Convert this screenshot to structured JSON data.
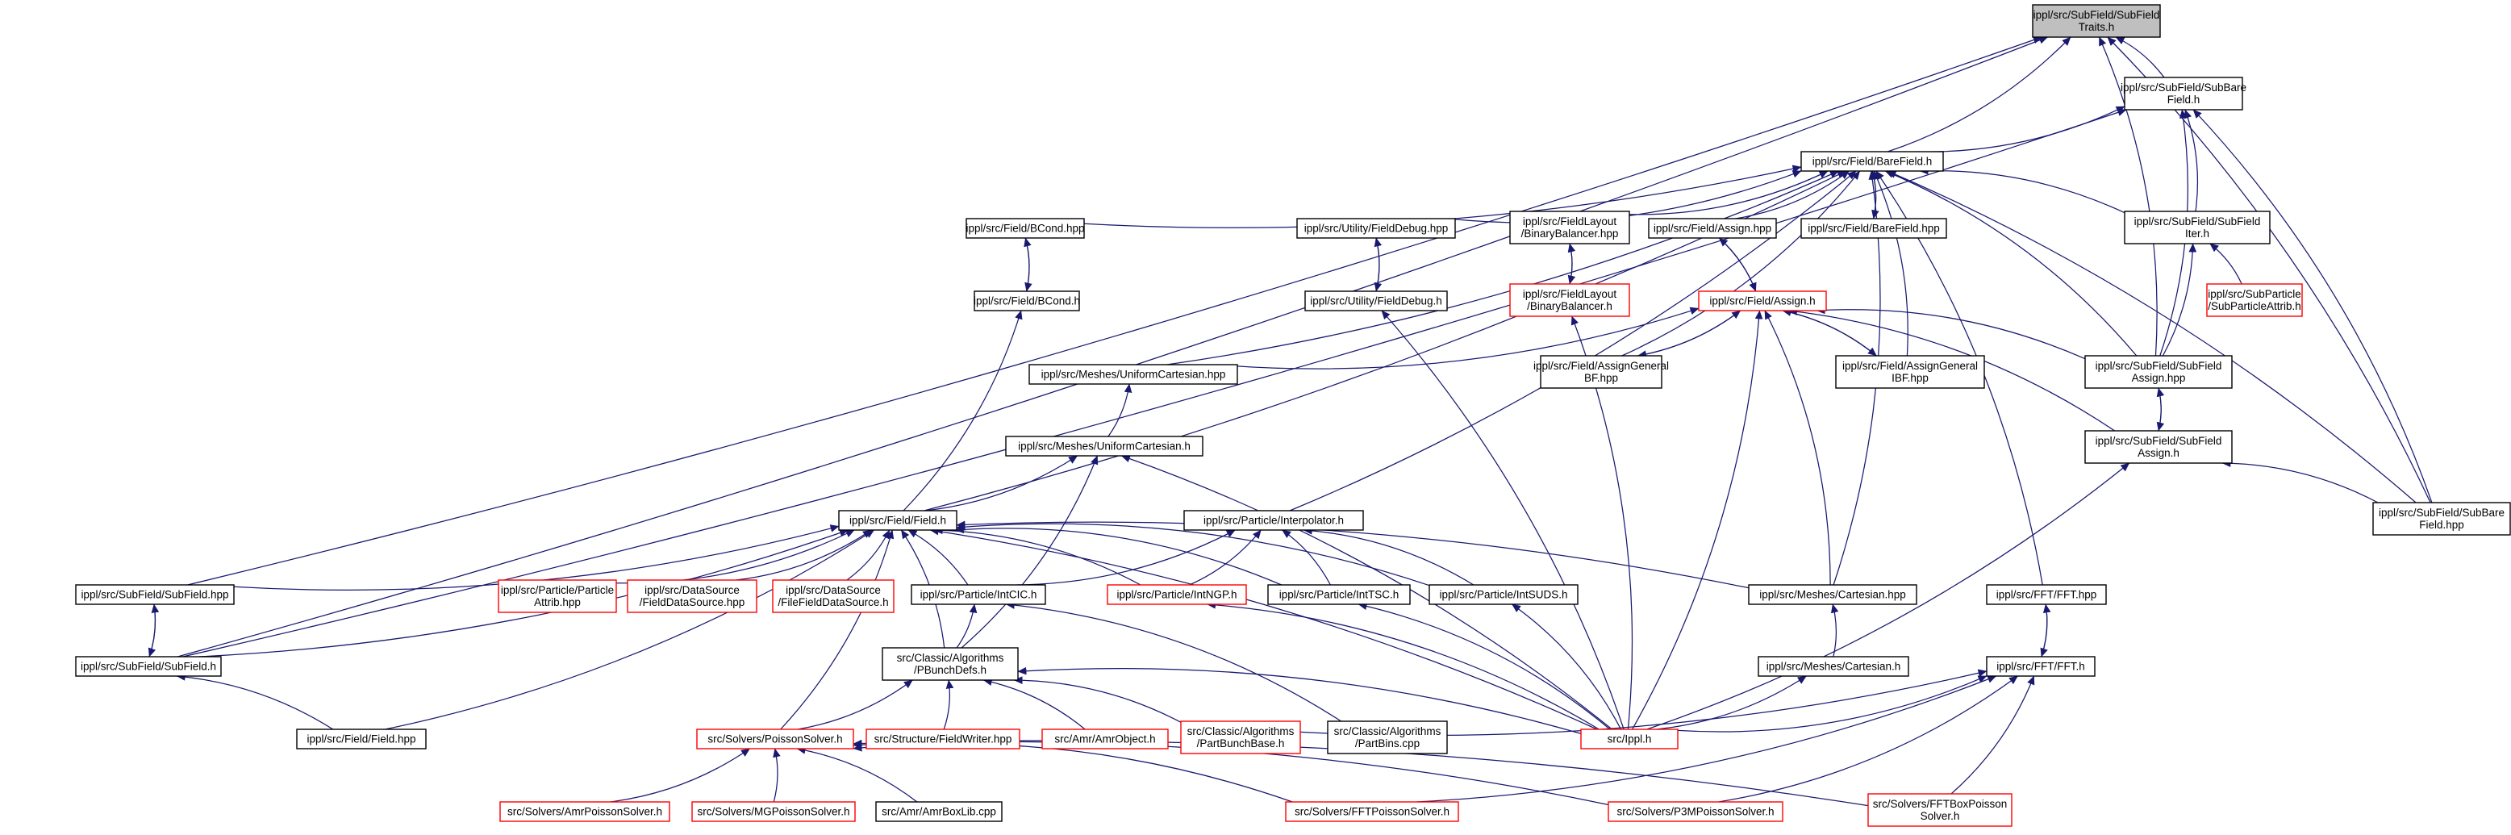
{
  "diagram": {
    "type": "include-dependency-graph",
    "colors": {
      "edge": "#191970",
      "root_fill": "#bfbfbf",
      "node_fill": "#ffffff",
      "node_border": "#000000",
      "truncated_border": "#ff0000"
    },
    "nodes": [
      {
        "id": "subfieldtraits",
        "lines": [
          "ippl/src/SubField/SubField",
          "Traits.h"
        ],
        "style": "root"
      },
      {
        "id": "subbarefield_h",
        "lines": [
          "ippl/src/SubField/SubBare",
          "Field.h"
        ],
        "style": "normal"
      },
      {
        "id": "barefield_h",
        "lines": [
          "ippl/src/Field/BareField.h"
        ],
        "style": "normal"
      },
      {
        "id": "bcond_hpp",
        "lines": [
          "ippl/src/Field/BCond.hpp"
        ],
        "style": "normal"
      },
      {
        "id": "fielddebug_hpp",
        "lines": [
          "ippl/src/Utility/FieldDebug.hpp"
        ],
        "style": "normal"
      },
      {
        "id": "binarybalancer_hpp",
        "lines": [
          "ippl/src/FieldLayout",
          "/BinaryBalancer.hpp"
        ],
        "style": "normal"
      },
      {
        "id": "assign_hpp",
        "lines": [
          "ippl/src/Field/Assign.hpp"
        ],
        "style": "normal"
      },
      {
        "id": "barefield_hpp",
        "lines": [
          "ippl/src/Field/BareField.hpp"
        ],
        "style": "normal"
      },
      {
        "id": "subfielditer",
        "lines": [
          "ippl/src/SubField/SubField",
          "Iter.h"
        ],
        "style": "normal"
      },
      {
        "id": "subparticleattrib",
        "lines": [
          "ippl/src/SubParticle",
          "/SubParticleAttrib.h"
        ],
        "style": "truncated"
      },
      {
        "id": "bcond_h",
        "lines": [
          "ippl/src/Field/BCond.h"
        ],
        "style": "normal"
      },
      {
        "id": "fielddebug_h",
        "lines": [
          "ippl/src/Utility/FieldDebug.h"
        ],
        "style": "normal"
      },
      {
        "id": "binarybalancer_h",
        "lines": [
          "ippl/src/FieldLayout",
          "/BinaryBalancer.h"
        ],
        "style": "truncated"
      },
      {
        "id": "assign_h",
        "lines": [
          "ippl/src/Field/Assign.h"
        ],
        "style": "truncated"
      },
      {
        "id": "uniformcartesian_hpp",
        "lines": [
          "ippl/src/Meshes/UniformCartesian.hpp"
        ],
        "style": "normal"
      },
      {
        "id": "assigngeneralbf",
        "lines": [
          "ippl/src/Field/AssignGeneral",
          "BF.hpp"
        ],
        "style": "normal"
      },
      {
        "id": "assigngeneralibf",
        "lines": [
          "ippl/src/Field/AssignGeneral",
          "IBF.hpp"
        ],
        "style": "normal"
      },
      {
        "id": "subfieldassign_hpp",
        "lines": [
          "ippl/src/SubField/SubField",
          "Assign.hpp"
        ],
        "style": "normal"
      },
      {
        "id": "uniformcartesian_h",
        "lines": [
          "ippl/src/Meshes/UniformCartesian.h"
        ],
        "style": "normal"
      },
      {
        "id": "subfieldassign_h",
        "lines": [
          "ippl/src/SubField/SubField",
          "Assign.h"
        ],
        "style": "normal"
      },
      {
        "id": "subbarefield_hpp",
        "lines": [
          "ippl/src/SubField/SubBare",
          "Field.hpp"
        ],
        "style": "normal"
      },
      {
        "id": "field_h",
        "lines": [
          "ippl/src/Field/Field.h"
        ],
        "style": "normal"
      },
      {
        "id": "interpolator_h",
        "lines": [
          "ippl/src/Particle/Interpolator.h"
        ],
        "style": "normal"
      },
      {
        "id": "particleattrib",
        "lines": [
          "ippl/src/Particle/Particle",
          "Attrib.hpp"
        ],
        "style": "truncated"
      },
      {
        "id": "fielddatasource",
        "lines": [
          "ippl/src/DataSource",
          "/FieldDataSource.hpp"
        ],
        "style": "truncated"
      },
      {
        "id": "filefielddatasource",
        "lines": [
          "ippl/src/DataSource",
          "/FileFieldDataSource.h"
        ],
        "style": "truncated"
      },
      {
        "id": "subfield_hpp",
        "lines": [
          "ippl/src/SubField/SubField.hpp"
        ],
        "style": "normal"
      },
      {
        "id": "intcic",
        "lines": [
          "ippl/src/Particle/IntCIC.h"
        ],
        "style": "normal"
      },
      {
        "id": "intngp",
        "lines": [
          "ippl/src/Particle/IntNGP.h"
        ],
        "style": "truncated"
      },
      {
        "id": "inttsc",
        "lines": [
          "ippl/src/Particle/IntTSC.h"
        ],
        "style": "normal"
      },
      {
        "id": "intsuds",
        "lines": [
          "ippl/src/Particle/IntSUDS.h"
        ],
        "style": "normal"
      },
      {
        "id": "cartesian_hpp",
        "lines": [
          "ippl/src/Meshes/Cartesian.hpp"
        ],
        "style": "normal"
      },
      {
        "id": "fft_hpp",
        "lines": [
          "ippl/src/FFT/FFT.hpp"
        ],
        "style": "normal"
      },
      {
        "id": "subfield_h",
        "lines": [
          "ippl/src/SubField/SubField.h"
        ],
        "style": "normal"
      },
      {
        "id": "pbunchdefs",
        "lines": [
          "src/Classic/Algorithms",
          "/PBunchDefs.h"
        ],
        "style": "normal"
      },
      {
        "id": "cartesian_h",
        "lines": [
          "ippl/src/Meshes/Cartesian.h"
        ],
        "style": "normal"
      },
      {
        "id": "fft_h",
        "lines": [
          "ippl/src/FFT/FFT.h"
        ],
        "style": "normal"
      },
      {
        "id": "field_hpp",
        "lines": [
          "ippl/src/Field/Field.hpp"
        ],
        "style": "normal"
      },
      {
        "id": "poissonsolver",
        "lines": [
          "src/Solvers/PoissonSolver.h"
        ],
        "style": "truncated"
      },
      {
        "id": "fieldwriter",
        "lines": [
          "src/Structure/FieldWriter.hpp"
        ],
        "style": "truncated"
      },
      {
        "id": "amrobject",
        "lines": [
          "src/Amr/AmrObject.h"
        ],
        "style": "truncated"
      },
      {
        "id": "partbunchbase",
        "lines": [
          "src/Classic/Algorithms",
          "/PartBunchBase.h"
        ],
        "style": "truncated"
      },
      {
        "id": "partbins",
        "lines": [
          "src/Classic/Algorithms",
          "/PartBins.cpp"
        ],
        "style": "normal"
      },
      {
        "id": "ippl_h",
        "lines": [
          "src/Ippl.h"
        ],
        "style": "truncated"
      },
      {
        "id": "amrpoisson",
        "lines": [
          "src/Solvers/AmrPoissonSolver.h"
        ],
        "style": "truncated"
      },
      {
        "id": "mgpoisson",
        "lines": [
          "src/Solvers/MGPoissonSolver.h"
        ],
        "style": "truncated"
      },
      {
        "id": "amrboxlib",
        "lines": [
          "src/Amr/AmrBoxLib.cpp"
        ],
        "style": "normal"
      },
      {
        "id": "fftpoisson",
        "lines": [
          "src/Solvers/FFTPoissonSolver.h"
        ],
        "style": "truncated"
      },
      {
        "id": "p3mpoisson",
        "lines": [
          "src/Solvers/P3MPoissonSolver.h"
        ],
        "style": "truncated"
      },
      {
        "id": "fftboxpoisson",
        "lines": [
          "src/Solvers/FFTBoxPoisson",
          "Solver.h"
        ],
        "style": "truncated"
      }
    ],
    "edges": [
      [
        "barefield_h",
        "subfieldtraits"
      ],
      [
        "subbarefield_h",
        "subfieldtraits"
      ],
      [
        "subfield_h",
        "subfieldtraits"
      ],
      [
        "subfield_hpp",
        "subfieldtraits"
      ],
      [
        "subfieldassign_hpp",
        "subfieldtraits"
      ],
      [
        "subbarefield_hpp",
        "subfieldtraits"
      ],
      [
        "barefield_h",
        "subbarefield_h"
      ],
      [
        "subfield_h",
        "subbarefield_h"
      ],
      [
        "subbarefield_hpp",
        "subbarefield_h"
      ],
      [
        "subfielditer",
        "subbarefield_h"
      ],
      [
        "subfieldassign_hpp",
        "subbarefield_h"
      ],
      [
        "bcond_hpp",
        "barefield_h"
      ],
      [
        "fielddebug_hpp",
        "barefield_h"
      ],
      [
        "binarybalancer_hpp",
        "barefield_h"
      ],
      [
        "assign_hpp",
        "barefield_h"
      ],
      [
        "barefield_hpp",
        "barefield_h"
      ],
      [
        "subfielditer",
        "barefield_h"
      ],
      [
        "field_h",
        "barefield_h"
      ],
      [
        "uniformcartesian_hpp",
        "barefield_h"
      ],
      [
        "assigngeneralbf",
        "barefield_h"
      ],
      [
        "assigngeneralibf",
        "barefield_h"
      ],
      [
        "subfieldassign_hpp",
        "barefield_h"
      ],
      [
        "subbarefield_hpp",
        "barefield_h"
      ],
      [
        "interpolator_h",
        "barefield_h"
      ],
      [
        "cartesian_hpp",
        "barefield_h"
      ],
      [
        "fft_hpp",
        "barefield_h"
      ],
      [
        "barefield_h",
        "barefield_hpp"
      ],
      [
        "bcond_h",
        "bcond_hpp"
      ],
      [
        "bcond_hpp",
        "bcond_h"
      ],
      [
        "fielddebug_h",
        "fielddebug_hpp"
      ],
      [
        "fielddebug_hpp",
        "fielddebug_h"
      ],
      [
        "binarybalancer_h",
        "binarybalancer_hpp"
      ],
      [
        "binarybalancer_hpp",
        "binarybalancer_h"
      ],
      [
        "assign_h",
        "assign_hpp"
      ],
      [
        "assign_hpp",
        "assign_h"
      ],
      [
        "subparticleattrib",
        "subfielditer"
      ],
      [
        "subfieldassign_hpp",
        "subfielditer"
      ],
      [
        "field_h",
        "bcond_h"
      ],
      [
        "ippl_h",
        "fielddebug_h"
      ],
      [
        "ippl_h",
        "binarybalancer_h"
      ],
      [
        "uniformcartesian_hpp",
        "assign_h"
      ],
      [
        "assigngeneralbf",
        "assign_h"
      ],
      [
        "assigngeneralibf",
        "assign_h"
      ],
      [
        "subfieldassign_hpp",
        "assign_h"
      ],
      [
        "subfieldassign_h",
        "assign_h"
      ],
      [
        "cartesian_hpp",
        "assign_h"
      ],
      [
        "ippl_h",
        "assign_h"
      ],
      [
        "assign_h",
        "assigngeneralbf"
      ],
      [
        "assign_h",
        "assigngeneralibf"
      ],
      [
        "subfieldassign_h",
        "subfieldassign_hpp"
      ],
      [
        "subfieldassign_hpp",
        "subfieldassign_h"
      ],
      [
        "uniformcartesian_h",
        "uniformcartesian_hpp"
      ],
      [
        "field_h",
        "uniformcartesian_h"
      ],
      [
        "ippl_h",
        "uniformcartesian_h"
      ],
      [
        "pbunchdefs",
        "uniformcartesian_h"
      ],
      [
        "subbarefield_hpp",
        "subfieldassign_h"
      ],
      [
        "ippl_h",
        "subfieldassign_h"
      ],
      [
        "particleattrib",
        "field_h"
      ],
      [
        "fielddatasource",
        "field_h"
      ],
      [
        "filefielddatasource",
        "field_h"
      ],
      [
        "subfield_hpp",
        "field_h"
      ],
      [
        "subfield_h",
        "field_h"
      ],
      [
        "intcic",
        "field_h"
      ],
      [
        "intngp",
        "field_h"
      ],
      [
        "inttsc",
        "field_h"
      ],
      [
        "intsuds",
        "field_h"
      ],
      [
        "cartesian_hpp",
        "field_h"
      ],
      [
        "pbunchdefs",
        "field_h"
      ],
      [
        "field_hpp",
        "field_h"
      ],
      [
        "poissonsolver",
        "field_h"
      ],
      [
        "ippl_h",
        "field_h"
      ],
      [
        "intcic",
        "interpolator_h"
      ],
      [
        "intngp",
        "interpolator_h"
      ],
      [
        "inttsc",
        "interpolator_h"
      ],
      [
        "intsuds",
        "interpolator_h"
      ],
      [
        "subfield_h",
        "subfield_hpp"
      ],
      [
        "subfield_hpp",
        "subfield_h"
      ],
      [
        "field_hpp",
        "subfield_h"
      ],
      [
        "pbunchdefs",
        "intcic"
      ],
      [
        "partbins",
        "intcic"
      ],
      [
        "ippl_h",
        "intngp"
      ],
      [
        "ippl_h",
        "inttsc"
      ],
      [
        "ippl_h",
        "intsuds"
      ],
      [
        "cartesian_h",
        "cartesian_hpp"
      ],
      [
        "ippl_h",
        "cartesian_h"
      ],
      [
        "fft_h",
        "fft_hpp"
      ],
      [
        "fft_hpp",
        "fft_h"
      ],
      [
        "ippl_h",
        "fft_h"
      ],
      [
        "fftpoisson",
        "fft_h"
      ],
      [
        "p3mpoisson",
        "fft_h"
      ],
      [
        "fftboxpoisson",
        "fft_h"
      ],
      [
        "partbunchbase",
        "fft_h"
      ],
      [
        "poissonsolver",
        "pbunchdefs"
      ],
      [
        "fieldwriter",
        "pbunchdefs"
      ],
      [
        "amrobject",
        "pbunchdefs"
      ],
      [
        "partbunchbase",
        "pbunchdefs"
      ],
      [
        "ippl_h",
        "pbunchdefs"
      ],
      [
        "amrpoisson",
        "poissonsolver"
      ],
      [
        "mgpoisson",
        "poissonsolver"
      ],
      [
        "amrboxlib",
        "poissonsolver"
      ],
      [
        "fftpoisson",
        "poissonsolver"
      ],
      [
        "p3mpoisson",
        "poissonsolver"
      ],
      [
        "fftboxpoisson",
        "poissonsolver"
      ]
    ]
  }
}
